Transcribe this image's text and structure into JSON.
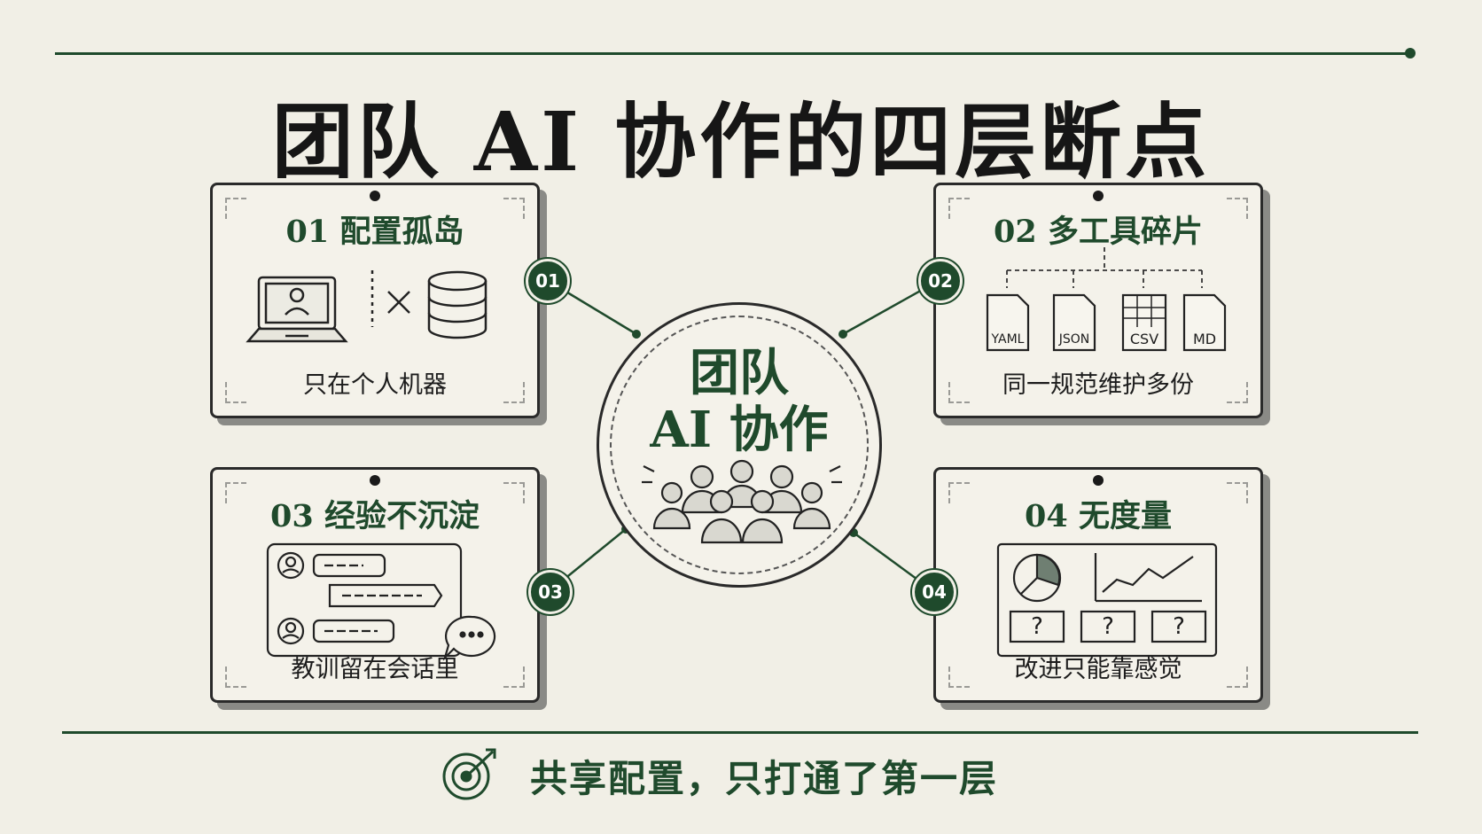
{
  "title": "团队 AI 协作的四层断点",
  "hub": {
    "line1": "团队",
    "line2": "AI 协作"
  },
  "cards": [
    {
      "number": "01",
      "title": "01 配置孤岛",
      "caption": "只在个人机器"
    },
    {
      "number": "02",
      "title": "02 多工具碎片",
      "caption": "同一规范维护多份",
      "files": [
        "YAML",
        "JSON",
        "CSV",
        "MD"
      ]
    },
    {
      "number": "03",
      "title": "03 经验不沉淀",
      "caption": "教训留在会话里"
    },
    {
      "number": "04",
      "title": "04 无度量",
      "caption": "改进只能靠感觉",
      "unknowns": [
        "?",
        "?",
        "?"
      ]
    }
  ],
  "footer": {
    "text": "共享配置，只打通了第一层"
  },
  "colors": {
    "accent": "#1f4a2c",
    "background": "#f1efe6",
    "ink": "#1c1c1c"
  }
}
